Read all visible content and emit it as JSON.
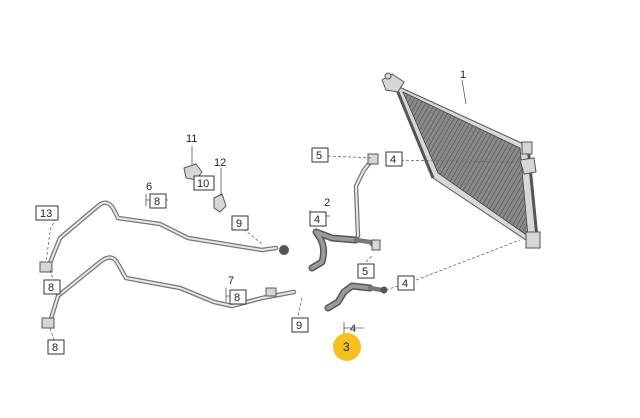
{
  "parts": {
    "p1": "1",
    "p2": "2",
    "p3": "3",
    "p4a": "4",
    "p4b": "4",
    "p4c": "4",
    "p4d": "4",
    "p5a": "5",
    "p5b": "5",
    "p6": "6",
    "p7": "7",
    "p8a": "8",
    "p8b": "8",
    "p8c": "8",
    "p8d": "8",
    "p9a": "9",
    "p9b": "9",
    "p10": "10",
    "p11": "11",
    "p12": "12",
    "p13": "13"
  },
  "colors": {
    "highlight": "#f5c01f",
    "ink": "#333333"
  }
}
